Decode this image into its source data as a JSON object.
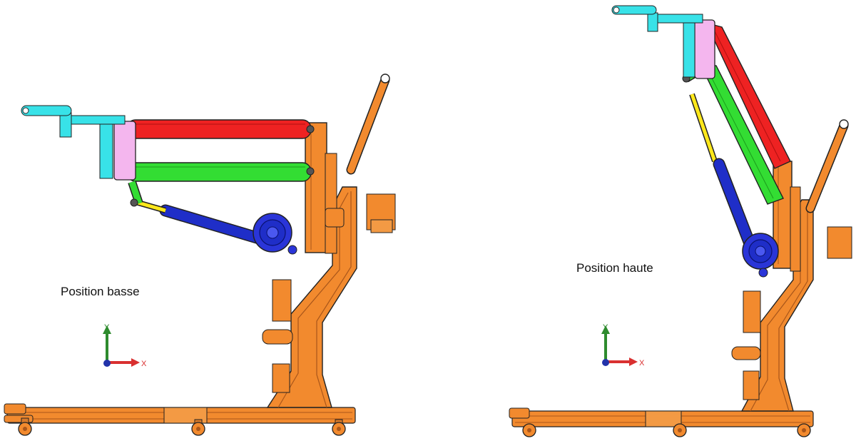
{
  "views": [
    {
      "id": "low",
      "caption": "Position basse"
    },
    {
      "id": "high",
      "caption": "Position haute"
    }
  ],
  "triad": {
    "y_label": "Y",
    "x_label": "X"
  },
  "colors": {
    "frame": "#F28A2E",
    "frame_dark": "#A9561A",
    "upper_arm": "#EE2222",
    "lower_arm": "#33DD33",
    "rod": "#FFE81A",
    "cylinder": "#1F2EC8",
    "wheel_hub": "#2A35D8",
    "head_plate": "#F4B6EE",
    "head_tool": "#38E2E8",
    "outline": "#222222",
    "axis_y": "#2E8B2E",
    "axis_x": "#D93030",
    "axis_z": "#2233AA"
  }
}
